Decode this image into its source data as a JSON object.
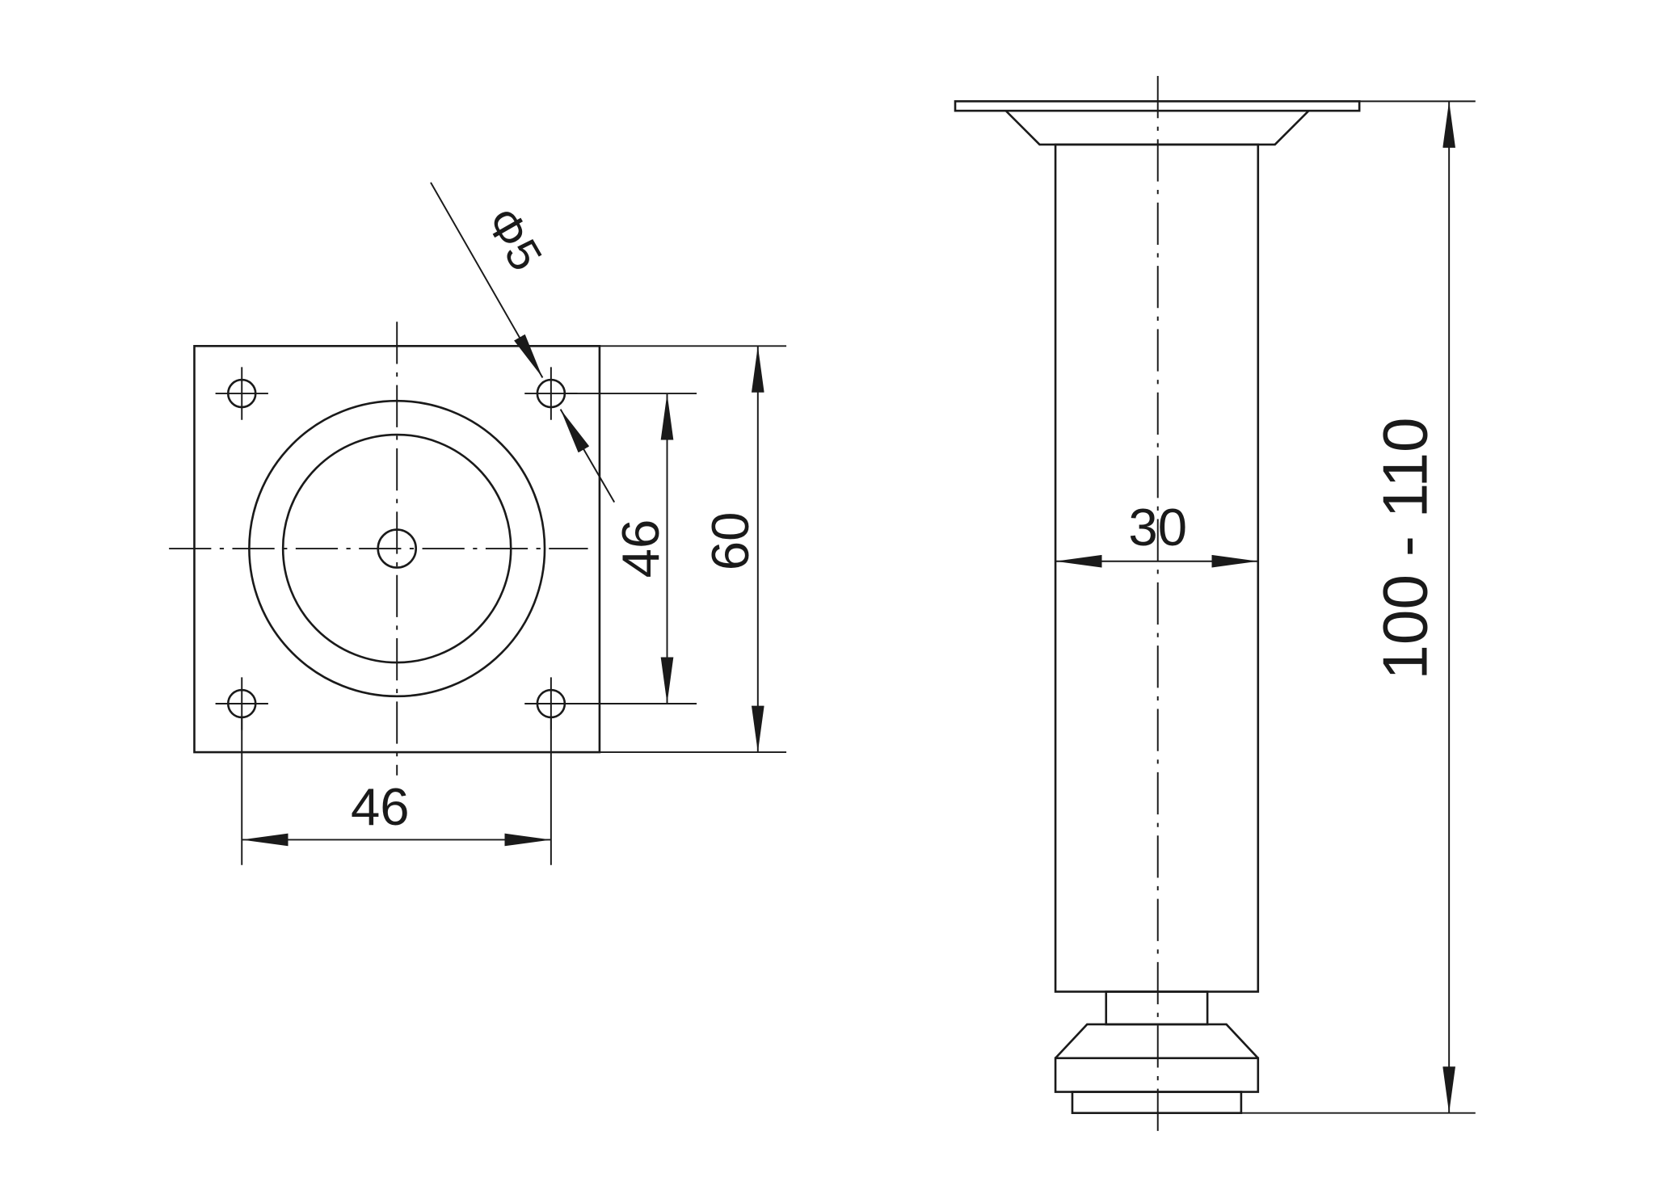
{
  "drawing": {
    "title": "Furniture leg technical drawing",
    "top_view": {
      "hole_diameter_label": "Φ5",
      "hole_spacing_vertical_label": "46",
      "plate_height_label": "60",
      "hole_spacing_horizontal_label": "46"
    },
    "side_view": {
      "tube_diameter_label": "30",
      "height_range_label": "100 - 110"
    },
    "colors": {
      "line": "#1a1a1a",
      "background": "#ffffff"
    }
  }
}
